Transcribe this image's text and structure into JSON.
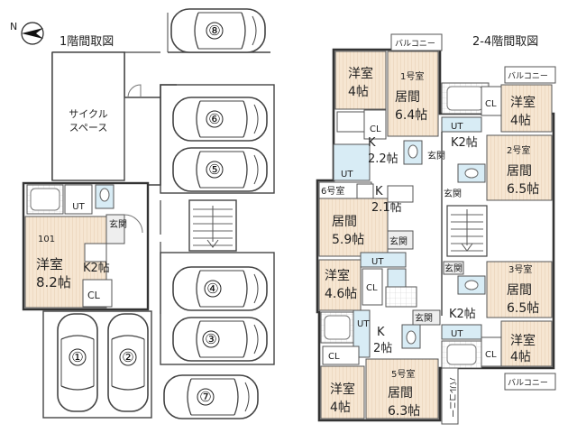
{
  "compass": {
    "north_label": "N"
  },
  "floor1": {
    "title": "1階間取図",
    "cycle_space": [
      "サイクル",
      "スペース"
    ],
    "unit_101": {
      "number": "101",
      "western": "洋室",
      "western_size": "8.2帖",
      "kitchen": "K2帖",
      "closet": "CL",
      "ut": "UT",
      "entrance": "玄関"
    },
    "parking": [
      "①",
      "②",
      "③",
      "④",
      "⑤",
      "⑥",
      "⑦",
      "⑧"
    ]
  },
  "floor2to4": {
    "title": "2-4階間取図",
    "balcony": "バルコニー",
    "units": {
      "u1": {
        "number": "1号室",
        "western": "洋室",
        "western_size": "4帖",
        "living": "居間",
        "living_size": "6.4帖",
        "kitchen": "K",
        "kitchen_size": "2.2帖",
        "closet": "CL",
        "ut": "UT",
        "entrance": "玄関"
      },
      "u2": {
        "number": "2号室",
        "western": "洋室",
        "western_size": "4帖",
        "living": "居間",
        "living_size": "6.5帖",
        "kitchen": "K2帖",
        "closet": "CL",
        "ut": "UT",
        "entrance": "玄関"
      },
      "u3": {
        "number": "3号室",
        "western": "洋室",
        "western_size": "4帖",
        "living": "居間",
        "living_size": "6.5帖",
        "kitchen": "K2帖",
        "closet": "CL",
        "ut": "UT",
        "entrance": "玄関"
      },
      "u5": {
        "number": "5号室",
        "western": "洋室",
        "western_size": "4帖",
        "living": "居間",
        "living_size": "6.3帖",
        "kitchen": "K",
        "kitchen_size": "2帖",
        "closet": "CL",
        "ut": "UT",
        "entrance": "玄関"
      },
      "u6": {
        "number": "6号室",
        "western": "洋室",
        "western_size": "4.6帖",
        "living": "居間",
        "living_size": "5.9帖",
        "kitchen": "K",
        "kitchen_size": "2.1帖",
        "closet": "CL",
        "ut": "UT",
        "entrance": "玄関"
      }
    }
  }
}
